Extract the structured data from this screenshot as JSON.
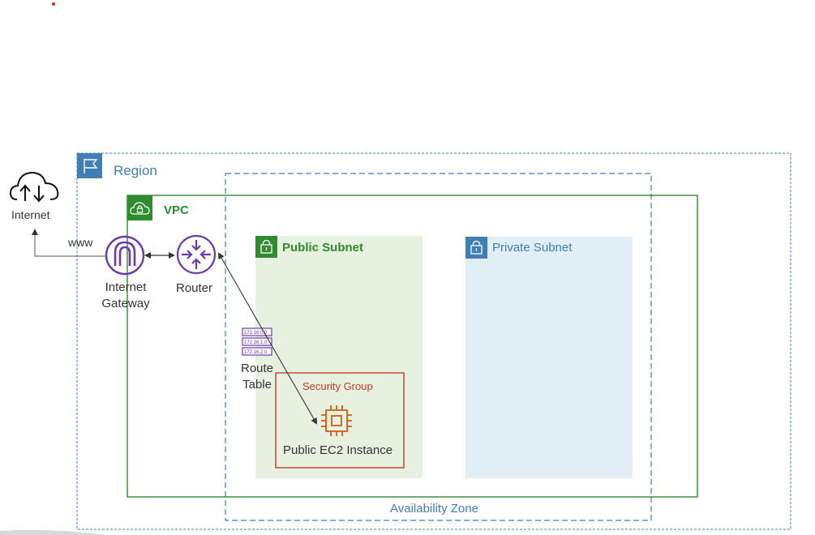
{
  "colors": {
    "region": "#3f7fb6",
    "vpc": "#2e8b2e",
    "public_subnet_fill": "#e6f1e0",
    "private_subnet_fill": "#e1eef6",
    "security_group": "#c7392b",
    "router_purple": "#6a3bb0",
    "ec2_orange": "#d75a12",
    "text": "#333333"
  },
  "icons": {
    "region": "flag-icon",
    "vpc": "cloud-lock-icon",
    "public_subnet": "lock-icon",
    "private_subnet": "lock-icon",
    "internet": "cloud-upload-download-icon",
    "internet_gateway": "gateway-arch-icon",
    "router": "router-arrows-icon",
    "route_table": "route-table-icon",
    "ec2_instance": "chip-icon"
  },
  "region": {
    "label": "Region"
  },
  "availability_zone": {
    "label": "Availability Zone"
  },
  "vpc": {
    "label": "VPC"
  },
  "public_subnet": {
    "label": "Public Subnet"
  },
  "private_subnet": {
    "label": "Private Subnet"
  },
  "security_group": {
    "label": "Security Group"
  },
  "internet": {
    "label": "Internet",
    "link_label": "www"
  },
  "internet_gateway": {
    "label_line1": "Internet",
    "label_line2": "Gateway"
  },
  "router": {
    "label": "Router"
  },
  "route_table": {
    "label_line1": "Route",
    "label_line2": "Table",
    "entries": [
      "172.16.0.0",
      "172.16.1.0",
      "172.16.2.0"
    ]
  },
  "ec2": {
    "label": "Public EC2 Instance"
  }
}
